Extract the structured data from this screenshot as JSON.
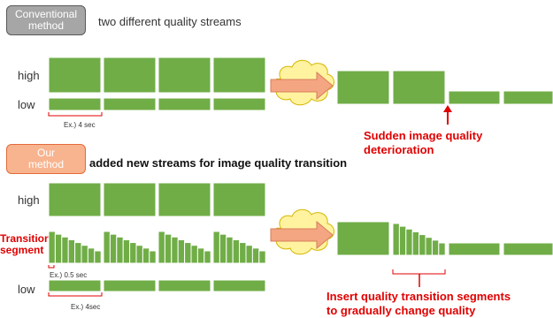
{
  "conventional": {
    "badge": "Conventional\nmethod",
    "heading": "two different quality streams",
    "high_label": "high",
    "low_label": "low",
    "segment_note": "Ex.) 4 sec",
    "result_text": "Sudden image quality deterioration"
  },
  "proposed": {
    "badge": "Our\nmethod",
    "heading": "added new streams for image quality transition",
    "high_label": "high",
    "transition_label": "Transition\nsegment",
    "low_label": "low",
    "transition_note": "Ex.) 0.5 sec",
    "segment_note": "Ex.) 4sec",
    "result_text": "Insert quality transition segments\nto gradually change quality"
  },
  "colors": {
    "segment_fill": "#70ad47",
    "segment_border": "#4f8a2e",
    "accent_red": "#e00000",
    "arrow_fill": "#f4a582",
    "cloud_fill": "#fff3a0"
  }
}
